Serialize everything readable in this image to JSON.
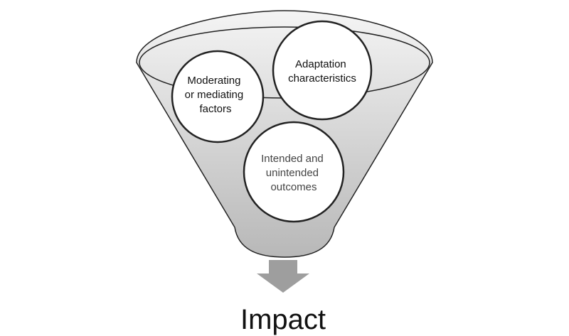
{
  "diagram": {
    "circles": [
      {
        "id": "moderating",
        "lines": [
          "Moderating",
          "or mediating",
          "factors"
        ]
      },
      {
        "id": "adaptation",
        "lines": [
          "Adaptation",
          "characteristics"
        ]
      },
      {
        "id": "outcomes",
        "lines": [
          "Intended and",
          "unintended",
          "outcomes"
        ]
      }
    ],
    "result_label": "Impact",
    "colors": {
      "funnel_top": "#f4f4f4",
      "funnel_bottom": "#b8b8b8",
      "outline": "#222222",
      "circle_fill": "#ffffff",
      "circle_text": "#111111",
      "arrow": "#9e9e9e",
      "impact_text": "#111111"
    }
  }
}
